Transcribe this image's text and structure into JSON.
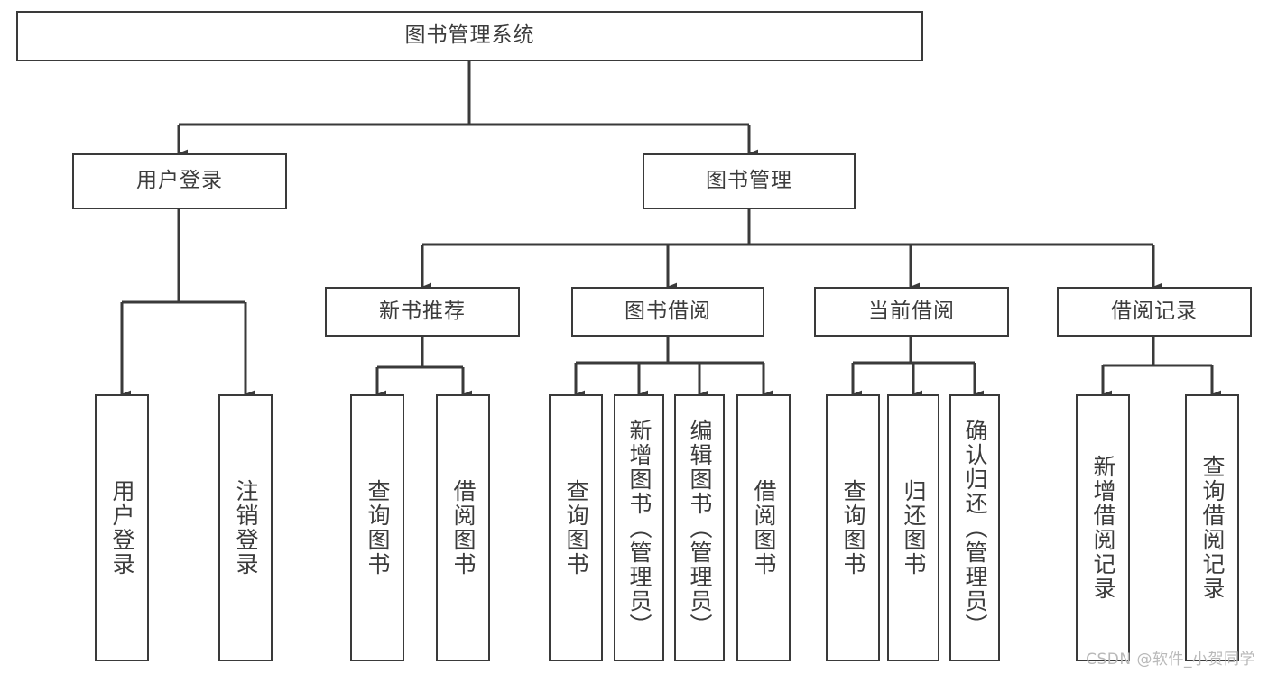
{
  "diagram": {
    "type": "tree",
    "title": "图书管理系统",
    "watermark": "CSDN @软件_小贺同学",
    "stroke_color": "#3a3a3a",
    "text_color": "#3c3c3c",
    "background_color": "#ffffff"
  },
  "nodes": {
    "root": {
      "label": "图书管理系统",
      "level": 0
    },
    "l1": [
      {
        "id": "user-login",
        "label": "用户登录",
        "level": 1
      },
      {
        "id": "book-manage",
        "label": "图书管理",
        "level": 1
      }
    ],
    "l2": [
      {
        "id": "new-book-recommend",
        "label": "新书推荐",
        "level": 2,
        "parent": "book-manage"
      },
      {
        "id": "book-borrow",
        "label": "图书借阅",
        "level": 2,
        "parent": "book-manage"
      },
      {
        "id": "current-borrow",
        "label": "当前借阅",
        "level": 2,
        "parent": "book-manage"
      },
      {
        "id": "borrow-record",
        "label": "借阅记录",
        "level": 2,
        "parent": "book-manage"
      }
    ],
    "leaves": [
      {
        "id": "leaf-user-login",
        "label": "用户登录",
        "parent": "user-login"
      },
      {
        "id": "leaf-logout",
        "label": "注销登录",
        "parent": "user-login"
      },
      {
        "id": "leaf-query-book-1",
        "label": "查询图书",
        "parent": "new-book-recommend"
      },
      {
        "id": "leaf-borrow-book-1",
        "label": "借阅图书",
        "parent": "new-book-recommend"
      },
      {
        "id": "leaf-query-book-2",
        "label": "查询图书",
        "parent": "book-borrow"
      },
      {
        "id": "leaf-add-book",
        "label": "新增图书（管理员）",
        "parent": "book-borrow"
      },
      {
        "id": "leaf-edit-book",
        "label": "编辑图书（管理员）",
        "parent": "book-borrow"
      },
      {
        "id": "leaf-borrow-book-2",
        "label": "借阅图书",
        "parent": "book-borrow"
      },
      {
        "id": "leaf-query-book-3",
        "label": "查询图书",
        "parent": "current-borrow"
      },
      {
        "id": "leaf-return-book",
        "label": "归还图书",
        "parent": "current-borrow"
      },
      {
        "id": "leaf-confirm-return",
        "label": "确认归还（管理员）",
        "parent": "current-borrow"
      },
      {
        "id": "leaf-add-record",
        "label": "新增借阅记录",
        "parent": "borrow-record"
      },
      {
        "id": "leaf-query-record",
        "label": "查询借阅记录",
        "parent": "borrow-record"
      }
    ]
  }
}
